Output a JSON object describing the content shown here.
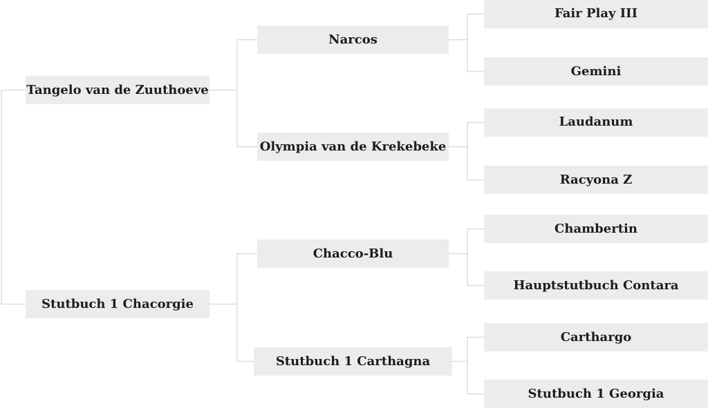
{
  "pedigree": {
    "sire": {
      "name": "Tangelo van de Zuuthoeve",
      "sire": {
        "name": "Narcos",
        "sire": {
          "name": "Fair Play III"
        },
        "dam": {
          "name": "Gemini"
        }
      },
      "dam": {
        "name": "Olympia van de Krekebeke",
        "sire": {
          "name": "Laudanum"
        },
        "dam": {
          "name": "Racyona Z"
        }
      }
    },
    "dam": {
      "name": "Stutbuch 1 Chacorgie",
      "sire": {
        "name": "Chacco-Blu",
        "sire": {
          "name": "Chambertin"
        },
        "dam": {
          "name": "Hauptstutbuch Contara"
        }
      },
      "dam": {
        "name": "Stutbuch 1 Carthagna",
        "sire": {
          "name": "Carthargo"
        },
        "dam": {
          "name": "Stutbuch 1 Georgia"
        }
      }
    }
  }
}
